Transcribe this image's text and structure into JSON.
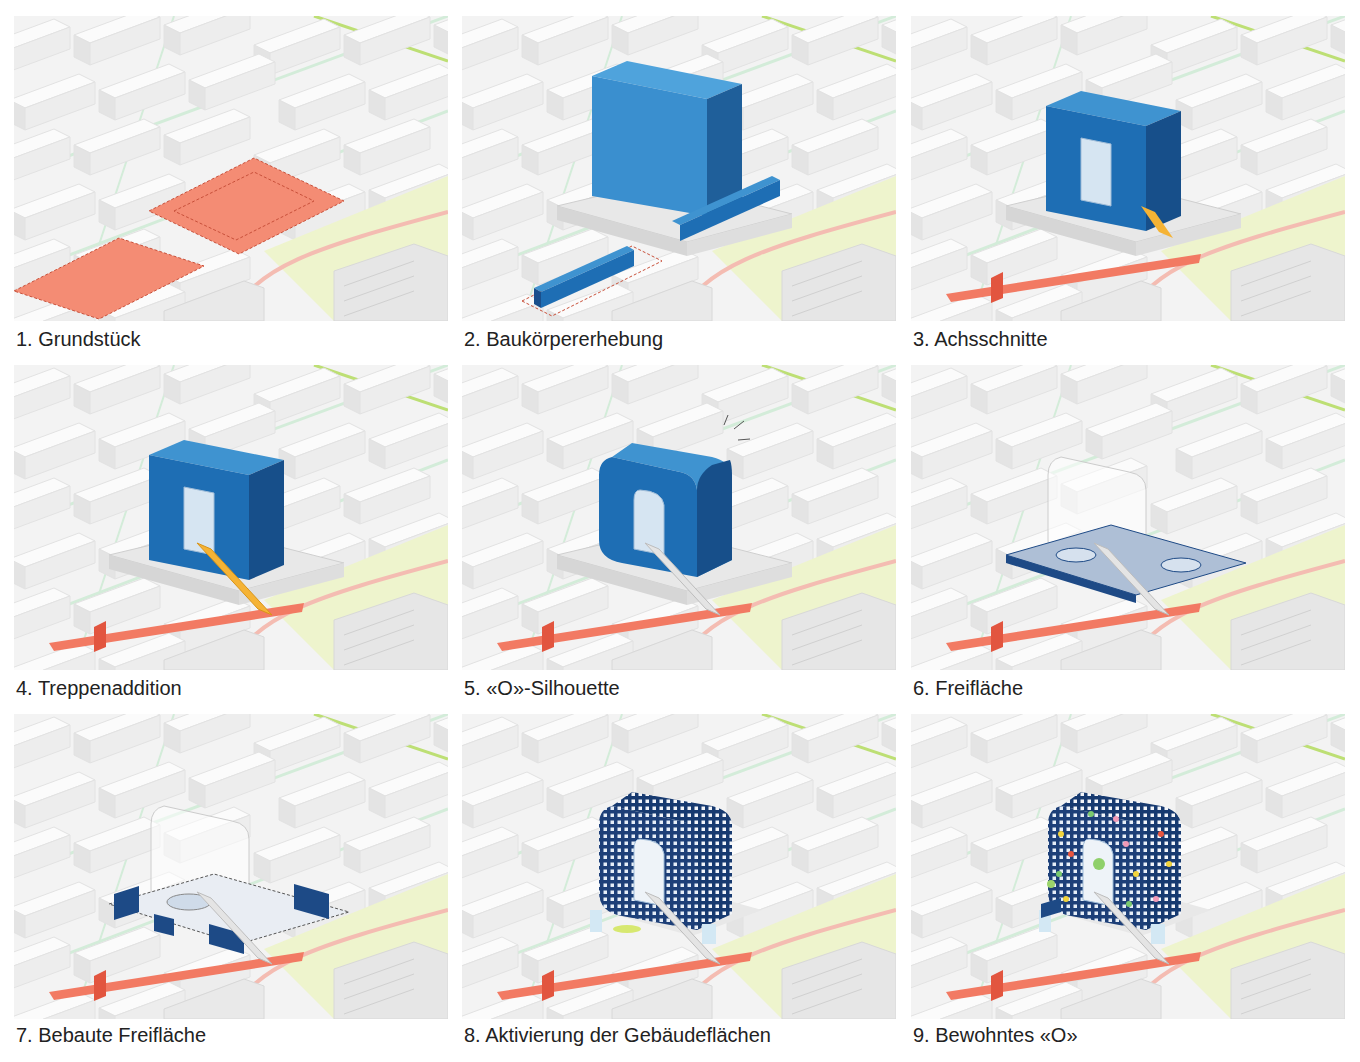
{
  "diagram": {
    "labels": [
      "1. Grundstück",
      "2. Baukörpererhebung",
      "3. Achsschnitte",
      "4. Treppenaddition",
      "5. «O»-Silhouette",
      "6. Freifläche",
      "7. Bebaute Freifläche",
      "8. Aktivierung der Gebäudeflächen",
      "9. Bewohntes «O»"
    ]
  }
}
